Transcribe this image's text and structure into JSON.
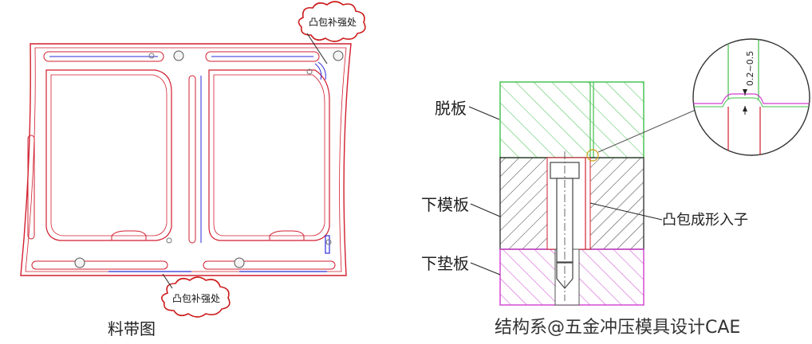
{
  "strip_diagram": {
    "caption": "料带图",
    "callout_top": "凸包补强处",
    "callout_bottom": "凸包补强处"
  },
  "section_diagram": {
    "label_stripper": "脱板",
    "label_lower_die": "下模板",
    "label_lower_pad": "下垫板",
    "label_insert": "凸包成形入子",
    "detail_dimension": "0.2~0.5"
  },
  "watermark": "结构系@五金冲压模具设计CAE",
  "colors": {
    "strip_outline": "#d21f2f",
    "stripper_hatch": "#3fbf4a",
    "lower_die_hatch": "#3a3a3a",
    "lower_pad_hatch": "#cf3fcf",
    "slot_blue": "#2b2bd8",
    "callout_red": "#cc1a1a"
  }
}
